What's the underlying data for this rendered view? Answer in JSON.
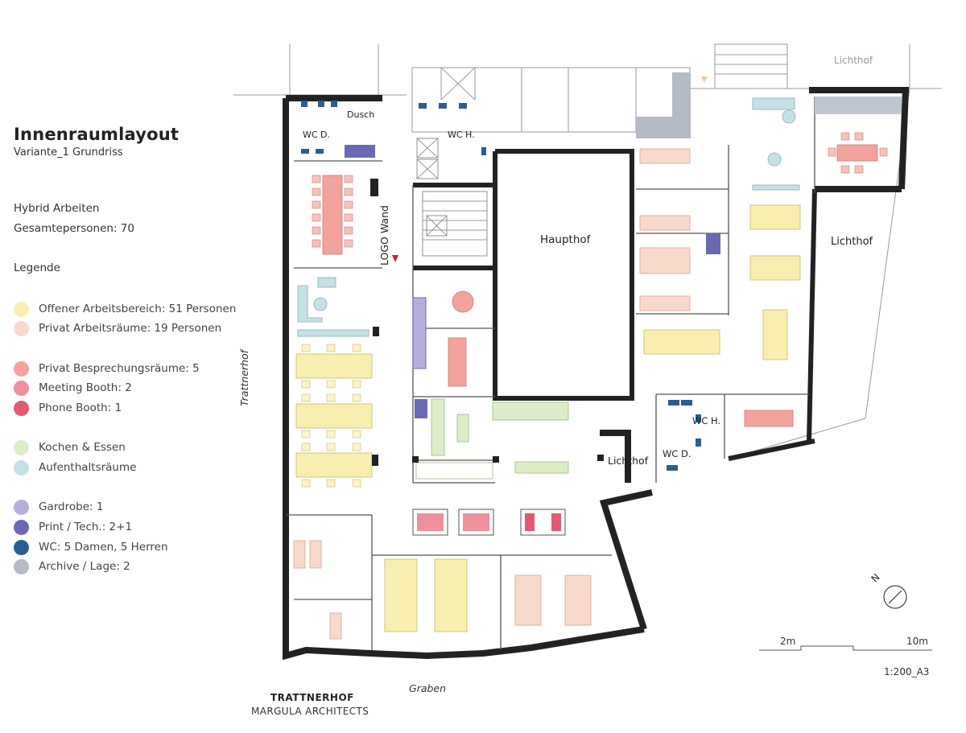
{
  "header": {
    "title": "Innenraumlayout",
    "subtitle": "Variante_1 Grundriss"
  },
  "info": {
    "mode": "Hybrid Arbeiten",
    "total": "Gesamtepersonen: 70"
  },
  "legend": {
    "heading": "Legende",
    "items": [
      {
        "label": "Offener Arbeitsbereich: 51 Personen",
        "color": "#f7eeb0"
      },
      {
        "label": "Privat Arbeitsräume: 19 Personen",
        "color": "#f9d9cb"
      },
      {
        "label": "Privat Besprechungsräume: 5",
        "color": "#f2a39c"
      },
      {
        "label": "Meeting Booth: 2",
        "color": "#ef8f9c"
      },
      {
        "label": "Phone Booth: 1",
        "color": "#e5586f"
      },
      {
        "label": "Kochen & Essen",
        "color": "#dcedc8"
      },
      {
        "label": "Aufenthaltsräume",
        "color": "#c5e1e6"
      },
      {
        "label": "Gardrobe: 1",
        "color": "#b6afdb"
      },
      {
        "label": "Print / Tech.: 2+1",
        "color": "#6b68b4"
      },
      {
        "label": "WC: 5 Damen, 5 Herren",
        "color": "#2c5d91"
      },
      {
        "label": "Archive / Lage: 2",
        "color": "#b4bbc6"
      }
    ]
  },
  "rooms": {
    "wc_d_top": "WC D.",
    "dusch": "Dusch",
    "wc_h_top": "WC H.",
    "logo_wand": "LOGO Wand",
    "haupthof": "Haupthof",
    "lichthof_top": "Lichthof",
    "lichthof_right": "Lichthof",
    "lichthof_mid": "Lichthof",
    "wc_h_right": "WC H.",
    "wc_d_right": "WC D."
  },
  "streets": {
    "left": "Trattnerhof",
    "bottom": "Graben"
  },
  "scale": {
    "label_2m": "2m",
    "label_10m": "10m",
    "ratio": "1:200_A3"
  },
  "footer": {
    "name": "TRATTNERHOF",
    "firm": "MARGULA ARCHITECTS"
  }
}
